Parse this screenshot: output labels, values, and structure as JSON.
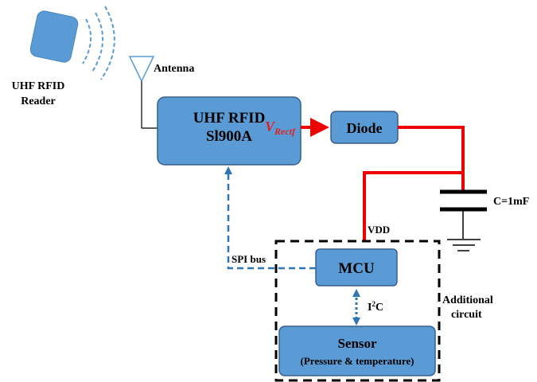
{
  "reader": {
    "line1": "UHF RFID",
    "line2": "Reader"
  },
  "antenna": {
    "label": "Antenna"
  },
  "rfid_chip": {
    "line1": "UHF RFID",
    "line2": "Sl900A"
  },
  "v_rectf": {
    "main": "V",
    "sub": "Rectf"
  },
  "diode": {
    "label": "Diode"
  },
  "capacitor": {
    "label": "C=1mF"
  },
  "vdd": {
    "label": "VDD"
  },
  "spi": {
    "label": "SPI bus"
  },
  "mcu": {
    "label": "MCU"
  },
  "i2c": {
    "label_pre": "I",
    "label_sup": "2",
    "label_post": "C"
  },
  "additional": {
    "line1": "Additional",
    "line2": "circuit"
  },
  "sensor": {
    "line1": "Sensor",
    "line2": "(Pressure & temperature)"
  },
  "colors": {
    "box_fill": "#5b9bd5",
    "box_stroke": "#3a5f8c",
    "power_line": "#ee0000",
    "bus_line": "#2e75b6",
    "v_rectf_text": "#e02020"
  }
}
